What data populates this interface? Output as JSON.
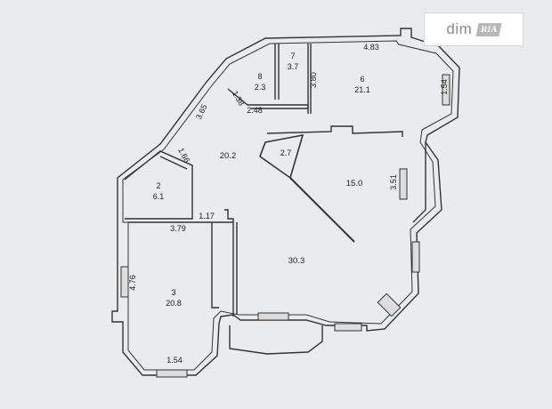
{
  "watermark": {
    "text": "dim",
    "badge": "RIA"
  },
  "rooms": [
    {
      "number": "8",
      "area": "2.3"
    },
    {
      "number": "7",
      "area": "3.7"
    },
    {
      "number": "6",
      "area": "21.1"
    },
    {
      "number": "2",
      "area": "6.1"
    },
    {
      "number": "3",
      "area": "20.8"
    }
  ],
  "areas_unnumbered": [
    "20.2",
    "2.7",
    "15.0",
    "30.3"
  ],
  "dimensions": [
    "4.83",
    "1.54",
    "3.80",
    "1.38",
    "2.48",
    "3.65",
    "1.66",
    "1.17",
    "3.79",
    "3.51",
    "4.76",
    "1.54"
  ]
}
